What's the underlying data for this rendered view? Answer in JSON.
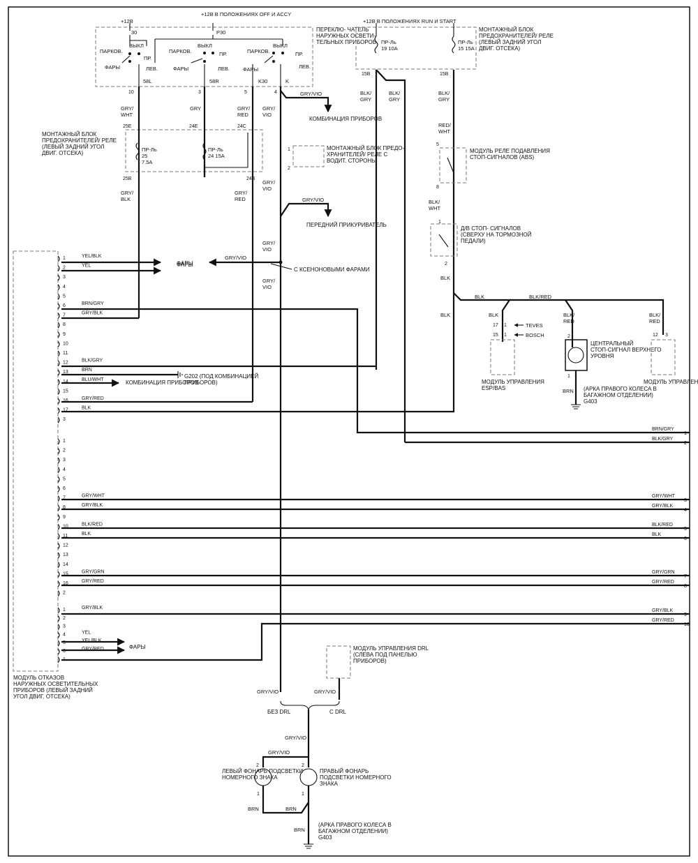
{
  "colors": {
    "wire": "#111111",
    "box": "#777777",
    "background": "#ffffff"
  },
  "icons": [
    "arrow-icon",
    "ground-icon",
    "lamp-icon",
    "fuse-icon",
    "switch-icon",
    "connector-icon"
  ],
  "top": {
    "p12v": "+12В",
    "p12v_off_accy": "+12В В ПОЛОЖЕНИЯХ OFF И ACCY",
    "p12v_run_start": "+12В В ПОЛОЖЕНИЯХ RUN И START"
  },
  "headlight_switch": {
    "label": "ПЕРЕКЛЮ- ЧАТЕЛЬ НАРУЖНЫХ ОСВЕТИ- ТЕЛЬНЫХ ПРИБОРОВ",
    "t30": "30",
    "p30": "P30",
    "park": "ПАРКОВ.",
    "off": "ВЫКЛ",
    "head": "ФАРЫ",
    "right": "ПР.",
    "left": "ЛЕВ.",
    "t58l": "58L",
    "t58r": "58R",
    "tk30": "K30",
    "tk": "K",
    "pin10": "10",
    "pin3": "3",
    "pin5": "5",
    "pin4": "4"
  },
  "fuse_block_left": {
    "label": "МОНТАЖНЫЙ БЛОК ПРЕДОХРАНИТЕЛЕЙ/ РЕЛЕ (ЛЕВЫЙ ЗАДНИЙ УГОЛ ДВИГ. ОТСЕКА)",
    "f25": "ПР-Ль 25 7.5A",
    "f24": "ПР-Ль 24 15A",
    "c25e": "25E",
    "c24e": "24E",
    "c24c": "24C",
    "c25b": "25B",
    "c24b": "24B"
  },
  "fuse_block_right": {
    "label": "МОНТАЖНЫЙ БЛОК ПРЕДОХРАНИТЕЛЕЙ/ РЕЛЕ (ЛЕВЫЙ ЗАДНИЙ УГОЛ ДВИГ. ОТСЕКА)",
    "f19": "ПР-Ль 19 10A",
    "f15": "ПР-Ль 15 15A",
    "c15b_a": "15B",
    "c15b_b": "15B"
  },
  "driver_fuse_block": {
    "label": "МОНТАЖНЫЙ БЛОК ПРЕДО- ХРАНИТЕЛЕЙ/ РЕЛЕ С ВОДИТ. СТОРОНЫ",
    "p1": "1",
    "p2": "2"
  },
  "cluster": "КОМБИНАЦИЯ ПРИБОРОВ",
  "lighter": "ПЕРЕДНИЙ ПРИКУРИВАТЕЛЬ",
  "headlamps": "ФАРЫ",
  "xenon": "С КСЕНОНОВЫМИ ФАРАМИ",
  "brake_relay": {
    "label": "МОДУЛЬ РЕЛЕ ПОДАВЛЕНИЯ СТОП-СИГНАЛОВ (ABS)",
    "p5": "5",
    "p8": "8"
  },
  "brake_switch": {
    "label": "Д/В СТОП- СИГНАЛОВ (СВЕРХУ НА ТОРМОЗНОЙ ПЕДАЛИ)",
    "p1": "1",
    "p2": "2"
  },
  "esp": {
    "label": "МОДУЛЬ УПРАВЛЕНИЯ ESP/BAS",
    "teves": "TEVES",
    "bosch": "BOSCH",
    "p17": "17",
    "p15": "15",
    "p1a": "1",
    "p1b": "1"
  },
  "chmsl": {
    "label": "ЦЕНТРАЛЬНЫЙ СТОП-СИГНАЛ ВЕРХНЕГО УРОВНЯ",
    "p2": "2",
    "p1": "1"
  },
  "pse": {
    "label": "МОДУЛЬ УПРАВЛЕНИЯ PSE",
    "p12": "12",
    "p3": "3"
  },
  "ground_g403_label": "(АРКА ПРАВОГО КОЛЕСА В БАГАЖНОМ ОТДЕЛЕНИИ) G403",
  "ground_g202_label": "G202 (ПОД КОМБИНАЦИЕЙ ПРИБОРОВ)",
  "failure_module": "МОДУЛЬ ОТКАЗОВ НАРУЖНЫХ ОСВЕТИТЕЛЬНЫХ ПРИБОРОВ (ЛЕВЫЙ ЗАДНИЙ УГОЛ ДВИГ. ОТСЕКА)",
  "drl_module": "МОДУЛЬ УПРАВЛЕНИЯ DRL (СЛЕВА ПОД ПАНЕЛЬЮ ПРИБОРОВ)",
  "no_drl": "БЕЗ DRL",
  "with_drl": "С DRL",
  "plate_left": "ЛЕВЫЙ ФОНАРЬ ПОДСВЕТКИ НОМЕРНОГО ЗНАКА",
  "plate_right": "ПРАВЫЙ ФОНАРЬ ПОДСВЕТКИ НОМЕРНОГО ЗНАКА",
  "wire": {
    "gry_wht": "GRY/ WHT",
    "gry": "GRY",
    "gry_red": "GRY/ RED",
    "gry_vio": "GRY/ VIO",
    "gry_blk": "GRY/ BLK",
    "gry_vio_h": "GRY/VIO",
    "blk_gry": "BLK/ GRY",
    "red_wht": "RED/ WHT",
    "blk_wht": "BLK/ WHT",
    "blk": "BLK",
    "blk_red": "BLK/ RED",
    "blk_red_h": "BLK/RED",
    "brn": "BRN"
  },
  "c1_pins": [
    {
      "pin": "1",
      "wire": "YEL/BLK"
    },
    {
      "pin": "2",
      "wire": "YEL"
    },
    {
      "pin": "3",
      "wire": ""
    },
    {
      "pin": "4",
      "wire": ""
    },
    {
      "pin": "5",
      "wire": ""
    },
    {
      "pin": "6",
      "wire": "BRN/GRY"
    },
    {
      "pin": "7",
      "wire": "GRY/BLK"
    },
    {
      "pin": "8",
      "wire": ""
    },
    {
      "pin": "9",
      "wire": ""
    },
    {
      "pin": "10",
      "wire": ""
    },
    {
      "pin": "11",
      "wire": ""
    },
    {
      "pin": "12",
      "wire": "BLK/GRY"
    },
    {
      "pin": "13",
      "wire": "BRN"
    },
    {
      "pin": "14",
      "wire": "BLU/WHT"
    },
    {
      "pin": "15",
      "wire": ""
    },
    {
      "pin": "16",
      "wire": "GRY/RED"
    },
    {
      "pin": "17",
      "wire": "BLK"
    },
    {
      "pin": "3",
      "wire": ""
    }
  ],
  "c2_pins": [
    {
      "pin": "1",
      "wire": ""
    },
    {
      "pin": "2",
      "wire": ""
    },
    {
      "pin": "3",
      "wire": ""
    },
    {
      "pin": "4",
      "wire": ""
    },
    {
      "pin": "5",
      "wire": ""
    },
    {
      "pin": "6",
      "wire": ""
    },
    {
      "pin": "7",
      "wire": "GRY/WHT"
    },
    {
      "pin": "8",
      "wire": "GRY/BLK"
    },
    {
      "pin": "9",
      "wire": ""
    },
    {
      "pin": "10",
      "wire": "BLK/RED"
    },
    {
      "pin": "11",
      "wire": "BLK"
    },
    {
      "pin": "12",
      "wire": ""
    },
    {
      "pin": "13",
      "wire": ""
    },
    {
      "pin": "14",
      "wire": ""
    },
    {
      "pin": "15",
      "wire": "GRY/GRN"
    },
    {
      "pin": "16",
      "wire": "GRY/RED"
    },
    {
      "pin": "2",
      "wire": ""
    }
  ],
  "c3_pins": [
    {
      "pin": "1",
      "wire": "GRY/BLK"
    },
    {
      "pin": "2",
      "wire": ""
    },
    {
      "pin": "3",
      "wire": ""
    },
    {
      "pin": "4",
      "wire": "YEL"
    },
    {
      "pin": "5",
      "wire": "YEL/BLK"
    },
    {
      "pin": "6",
      "wire": "GRY/RED"
    },
    {
      "pin": "1",
      "wire": ""
    }
  ],
  "right_exits": [
    {
      "num": "1",
      "wire": "BRN/GRY"
    },
    {
      "num": "2",
      "wire": "BLK/GRY"
    },
    {
      "num": "3",
      "wire": "GRY/WHT"
    },
    {
      "num": "4",
      "wire": "GRY/BLK"
    },
    {
      "num": "5",
      "wire": "BLK/RED"
    },
    {
      "num": "6",
      "wire": "BLK"
    },
    {
      "num": "7",
      "wire": "GRY/GRN"
    },
    {
      "num": "8",
      "wire": "GRY/RED"
    },
    {
      "num": "9",
      "wire": "GRY/BLK"
    },
    {
      "num": "10",
      "wire": "GRY/RED"
    }
  ]
}
